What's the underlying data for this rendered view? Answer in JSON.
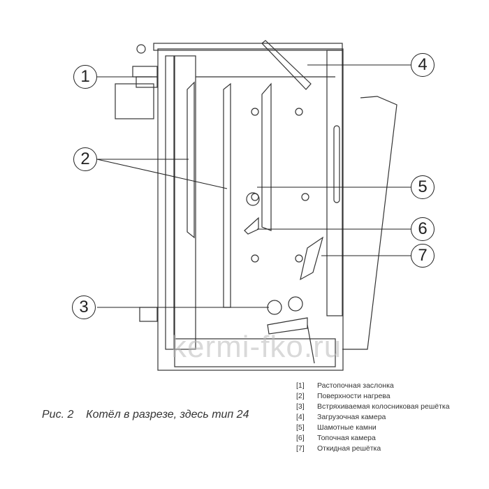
{
  "figure": {
    "callouts": [
      "1",
      "2",
      "3",
      "4",
      "5",
      "6",
      "7"
    ],
    "watermark": "kermi-fko.ru",
    "caption_num": "Рис. 2",
    "caption_text": "Котёл в разрезе, здесь тип 24"
  },
  "legend": [
    {
      "num": "[1]",
      "label": "Растопочная заслонка"
    },
    {
      "num": "[2]",
      "label": "Поверхности нагрева"
    },
    {
      "num": "[3]",
      "label": "Встряхиваемая колосниковая решётка"
    },
    {
      "num": "[4]",
      "label": "Загрузочная камера"
    },
    {
      "num": "[5]",
      "label": "Шамотные камни"
    },
    {
      "num": "[6]",
      "label": "Топочная камера"
    },
    {
      "num": "[7]",
      "label": "Откидная решётка"
    }
  ]
}
